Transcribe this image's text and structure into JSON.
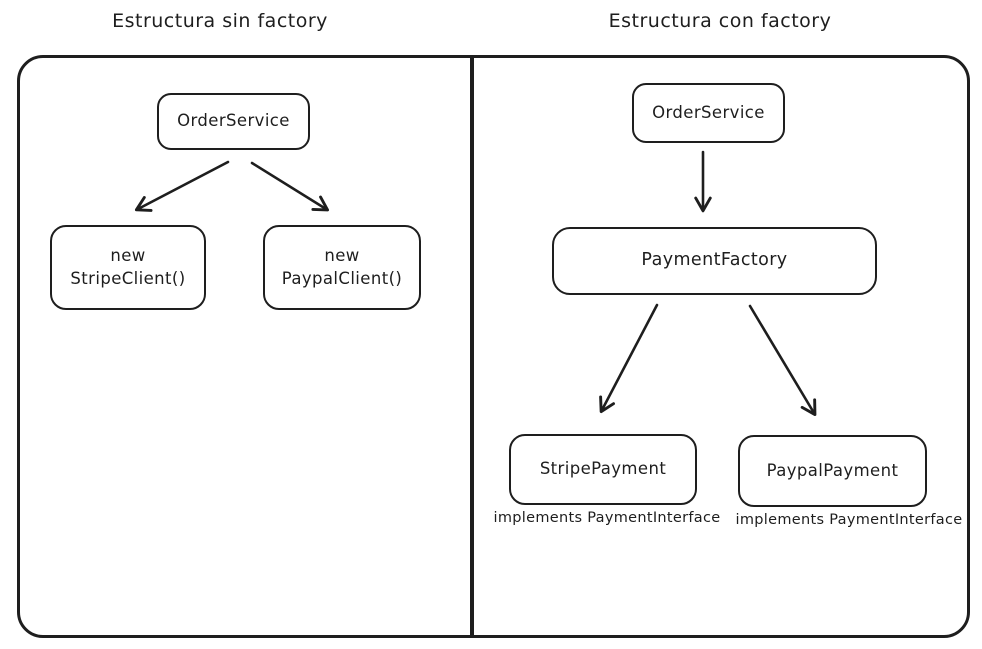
{
  "colors": {
    "stroke": "#1e1e1e",
    "background": "#ffffff"
  },
  "left_panel": {
    "title": "Estructura sin factory",
    "order_service_label": "OrderService",
    "stripe_client_line1": "new",
    "stripe_client_line2": "StripeClient()",
    "paypal_client_line1": "new",
    "paypal_client_line2": "PaypalClient()"
  },
  "right_panel": {
    "title": "Estructura con factory",
    "order_service_label": "OrderService",
    "payment_factory_label": "PaymentFactory",
    "stripe_payment_label": "StripePayment",
    "paypal_payment_label": "PaypalPayment",
    "stripe_payment_caption": "implements PaymentInterface",
    "paypal_payment_caption": "implements PaymentInterface"
  }
}
